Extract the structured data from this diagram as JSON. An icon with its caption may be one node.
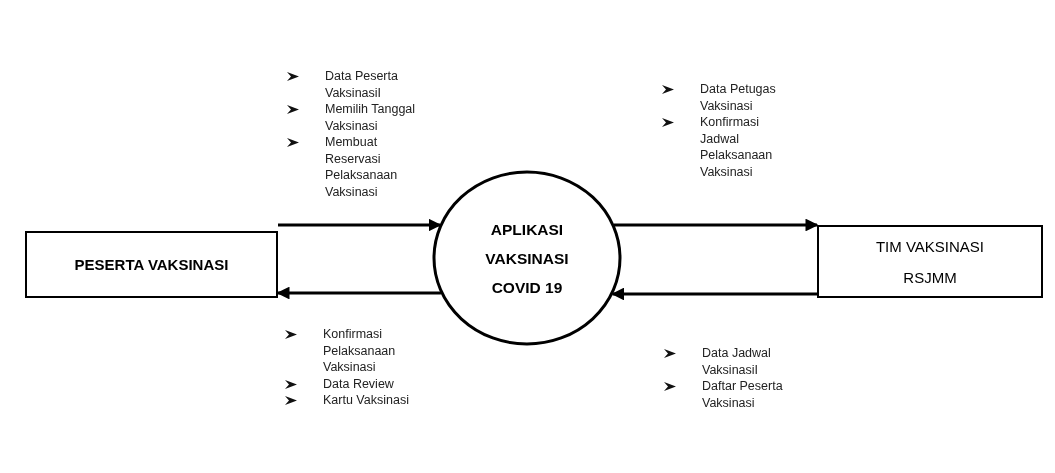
{
  "diagram": {
    "nodes": [
      {
        "text": [
          "PESERTA VAKSINASI"
        ]
      },
      {
        "text": [
          "APLIKASI VAKSINASI COVID 19"
        ]
      },
      {
        "text": [
          "TIM VAKSINASI RSJMM"
        ]
      }
    ],
    "edges": [
      {
        "from": 0,
        "to": 1,
        "arrow": "to"
      },
      {
        "from": 1,
        "to": 0,
        "arrow": "to"
      },
      {
        "from": 1,
        "to": 2,
        "arrow": "to"
      },
      {
        "from": 2,
        "to": 1,
        "arrow": "to"
      }
    ],
    "labels": [
      "Data Peserta VaksinasiI",
      "Memilih Tanggal Vaksinasi",
      "Membuat Reservasi Pelaksanaan Vaksinasi",
      "Data Petugas Vaksinasi",
      "Konfirmasi Jadwal Pelaksanaan Vaksinasi",
      "Konfirmasi Pelaksanaan Vaksinasi",
      "Data Review",
      "Kartu Vaksinasi",
      "Data Jadwal VaksinasiI",
      "Daftar Peserta Vaksinasi"
    ]
  }
}
